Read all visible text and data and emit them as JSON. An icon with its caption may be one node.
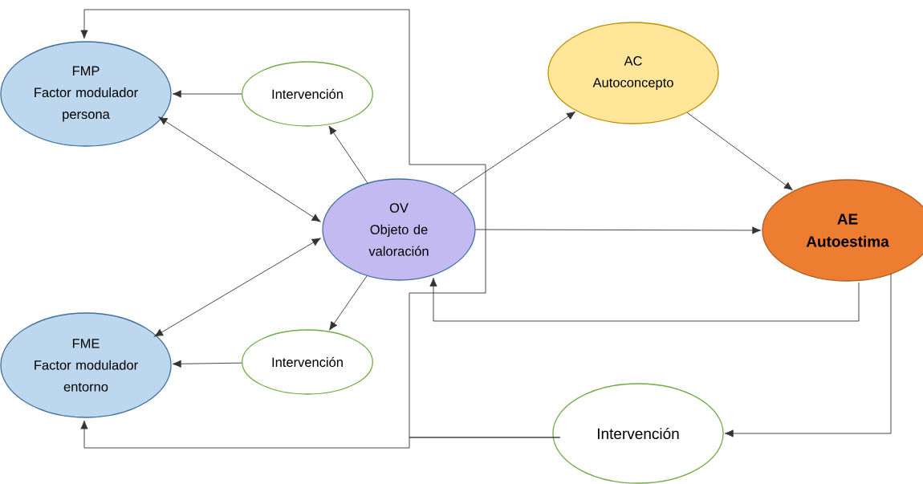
{
  "diagram": {
    "nodes": [
      {
        "text": [
          "FMP",
          "Factor modulador persona"
        ]
      },
      {
        "text": [
          "Intervención"
        ]
      },
      {
        "text": [
          "OV",
          "Objeto de valoración"
        ]
      },
      {
        "text": [
          "FME",
          "Factor modulador entorno"
        ]
      },
      {
        "text": [
          "Intervención"
        ]
      },
      {
        "text": [
          "AC",
          "Autoconcepto"
        ]
      },
      {
        "text": [
          "AE",
          "Autoestima"
        ]
      },
      {
        "text": [
          "Intervención"
        ]
      }
    ],
    "edges": [
      {
        "from": 1,
        "to": 0,
        "arrow": "to"
      },
      {
        "from": 2,
        "to": 1,
        "arrow": "to"
      },
      {
        "from": 0,
        "to": 2,
        "arrow": "both"
      },
      {
        "from": 3,
        "to": 2,
        "arrow": "both"
      },
      {
        "from": 2,
        "to": 4,
        "arrow": "to"
      },
      {
        "from": 4,
        "to": 3,
        "arrow": "to"
      },
      {
        "from": 2,
        "to": 5,
        "arrow": "to"
      },
      {
        "from": 5,
        "to": 6,
        "arrow": "to"
      },
      {
        "from": 2,
        "to": 6,
        "arrow": "to"
      },
      {
        "from": 6,
        "to": 2,
        "arrow": "to"
      },
      {
        "from": 6,
        "to": 7,
        "arrow": "to"
      },
      {
        "from": 7,
        "to": 0,
        "arrow": "to"
      },
      {
        "from": 7,
        "to": 3,
        "arrow": "to"
      }
    ]
  }
}
